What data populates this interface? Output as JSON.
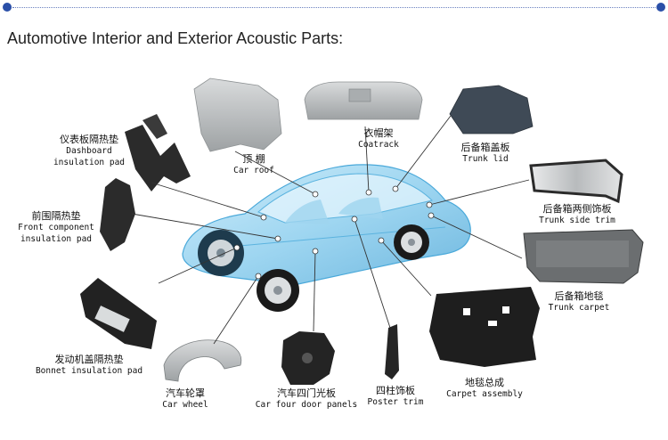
{
  "heading": "Automotive Interior and Exterior Acoustic Parts:",
  "parts": [
    {
      "id": "dashboard",
      "cn": "仪表板隔热垫",
      "en1": "Dashboard",
      "en2": "insulation pad"
    },
    {
      "id": "car_roof",
      "cn": "顶 棚",
      "en1": "Car roof",
      "en2": ""
    },
    {
      "id": "coatrack",
      "cn": "衣帽架",
      "en1": "Coatrack",
      "en2": ""
    },
    {
      "id": "trunk_lid",
      "cn": "后备箱盖板",
      "en1": "Trunk lid",
      "en2": ""
    },
    {
      "id": "front_component",
      "cn": "前围隔热垫",
      "en1": "Front component",
      "en2": "insulation pad"
    },
    {
      "id": "trunk_side_trim",
      "cn": "后备箱两侧饰板",
      "en1": "Trunk side trim",
      "en2": ""
    },
    {
      "id": "trunk_carpet",
      "cn": "后备箱地毯",
      "en1": "Trunk carpet",
      "en2": ""
    },
    {
      "id": "bonnet",
      "cn": "发动机盖隔热垫",
      "en1": "Bonnet insulation pad",
      "en2": ""
    },
    {
      "id": "car_wheel",
      "cn": "汽车轮罩",
      "en1": "Car wheel",
      "en2": ""
    },
    {
      "id": "door_panels",
      "cn": "汽车四门光板",
      "en1": "Car four door panels",
      "en2": ""
    },
    {
      "id": "poster_trim",
      "cn": "四柱饰板",
      "en1": "Poster trim",
      "en2": ""
    },
    {
      "id": "carpet_assembly",
      "cn": "地毯总成",
      "en1": "Carpet assembly",
      "en2": ""
    }
  ],
  "colors": {
    "car_body": "#7ec8ec",
    "part_dark": "#2b2b2b",
    "part_gray": "#b9bcbe",
    "leader_line": "#333333"
  }
}
